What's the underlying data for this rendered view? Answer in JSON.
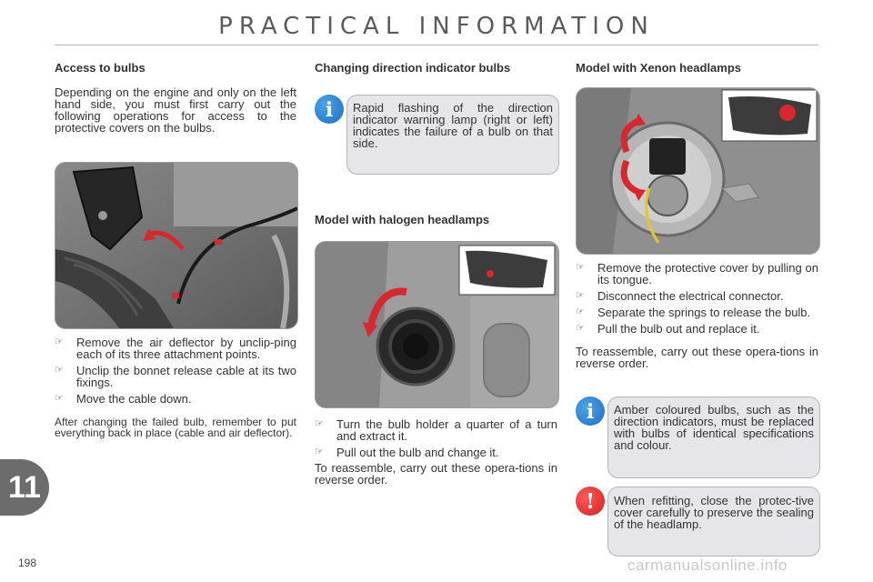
{
  "page": {
    "title": "PRACTICAL INFORMATION",
    "chapter_number": "11",
    "page_number": "198",
    "watermark": "carmanualsonline.info"
  },
  "col1": {
    "heading": "Access to bulbs",
    "intro": "Depending on the engine and only on the left hand side, you must first carry out the following operations for access to the protective covers on the bulbs.",
    "steps": [
      "Remove the air deflector by unclip-ping each of its three attachment points.",
      "Unclip the bonnet release cable at its two fixings.",
      "Move the cable down."
    ],
    "after": "After changing the failed bulb, remember to put everything back in place (cable and air deflector)."
  },
  "col2": {
    "heading": "Changing direction indicator bulbs",
    "info_box": "Rapid flashing of the direction indicator warning lamp (right or left) indicates the failure of a bulb on that side.",
    "subheading": "Model with halogen headlamps",
    "steps": [
      "Turn the bulb holder a quarter of a turn and extract it.",
      "Pull out the bulb and change it."
    ],
    "after": "To reassemble, carry out these opera-tions in reverse order."
  },
  "col3": {
    "heading": "Model with Xenon headlamps",
    "steps": [
      "Remove the protective cover by pulling on its tongue.",
      "Disconnect the electrical connector.",
      "Separate the springs to release the bulb.",
      "Pull the bulb out and replace it."
    ],
    "after": "To reassemble, carry out these opera-tions in reverse order.",
    "info_box": "Amber coloured bulbs, such as the direction indicators, must be replaced with bulbs of identical specifications and colour.",
    "warning_box": "When refitting, close the protec-tive cover carefully to preserve the sealing of the headlamp."
  },
  "icons": {
    "bullet": "☞",
    "info": "i",
    "warning": "!"
  },
  "colors": {
    "title": "#5b5b5b",
    "rule": "#c8a9be",
    "info_blue": "#1f6fc0",
    "warning_red": "#d41f1f",
    "arrow_red": "#d6282f",
    "box_bg": "#e6e6ea"
  }
}
